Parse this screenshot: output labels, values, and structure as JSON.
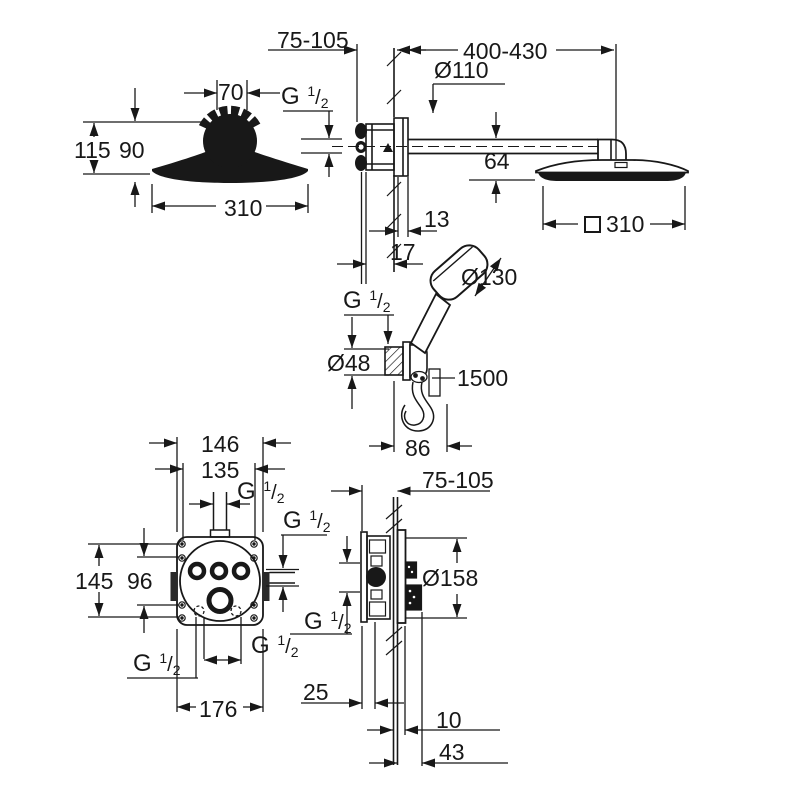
{
  "drawing": {
    "type": "technical installation dimension drawing",
    "subject": "concealed shower system with head shower, shower arm, hand shower and concealed valve",
    "units": "mm",
    "line_color": "#181818",
    "background": "#ffffff"
  },
  "labels": {
    "head_top_width": "70",
    "head_thread": "G 1/2",
    "head_total_height": "115",
    "head_ball_height": "90",
    "head_diameter": "310",
    "wall_depth_top": "75-105",
    "arm_length": "400-430",
    "arm_escutcheon_diameter": "Ø110",
    "head_drop_height": "64",
    "escutcheon_depth": "13",
    "union_depth": "17",
    "head_square_size": "□310",
    "hand_union_thread": "G 1/2",
    "hand_union_diameter": "Ø48",
    "hand_shower_diameter": "Ø130",
    "hose_length": "1500",
    "holder_reach": "86",
    "valve_outer_width": "146",
    "valve_screw_width": "135",
    "valve_top_thread": "G 1/2",
    "valve_right_thread": "G 1/2",
    "valve_outer_height": "145",
    "valve_screw_height": "96",
    "valve_bottom_left_thread": "G 1/2",
    "valve_bottom_center_thread": "G 1/2",
    "valve_bottom_width": "176",
    "wall_depth_bottom": "75-105",
    "trim_plate_diameter": "Ø158",
    "valve_side_thread": "G 1/2",
    "depth_25": "25",
    "depth_10": "10",
    "depth_43": "43"
  }
}
